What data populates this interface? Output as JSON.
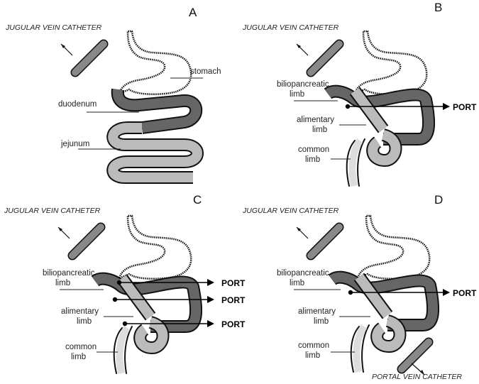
{
  "panels": [
    {
      "letter": "A",
      "jugular": "JUGULAR VEIN CATHETER",
      "labels": {
        "stomach": "stomach",
        "duodenum": "duodenum",
        "jejunum": "jejunum"
      }
    },
    {
      "letter": "B",
      "jugular": "JUGULAR VEIN CATHETER",
      "labels": {
        "bilio_1": "biliopancreatic",
        "bilio_2": "limb",
        "alim_1": "alimentary",
        "alim_2": "limb",
        "common_1": "common",
        "common_2": "limb"
      },
      "ports": [
        "PORT"
      ]
    },
    {
      "letter": "C",
      "jugular": "JUGULAR VEIN CATHETER",
      "labels": {
        "bilio_1": "biliopancreatic",
        "bilio_2": "limb",
        "alim_1": "alimentary",
        "alim_2": "limb",
        "common_1": "common",
        "common_2": "limb"
      },
      "ports": [
        "PORT",
        "PORT",
        "PORT"
      ]
    },
    {
      "letter": "D",
      "jugular": "JUGULAR VEIN CATHETER",
      "portal": "PORTAL VEIN CATHETER",
      "labels": {
        "bilio_1": "biliopancreatic",
        "bilio_2": "limb",
        "alim_1": "alimentary",
        "alim_2": "limb",
        "common_1": "common",
        "common_2": "limb"
      },
      "ports": [
        "PORT"
      ]
    }
  ],
  "colors": {
    "dark_limb": "#666666",
    "light_limb": "#bbbbbb",
    "catheter": "#888888",
    "outline": "#111111"
  }
}
